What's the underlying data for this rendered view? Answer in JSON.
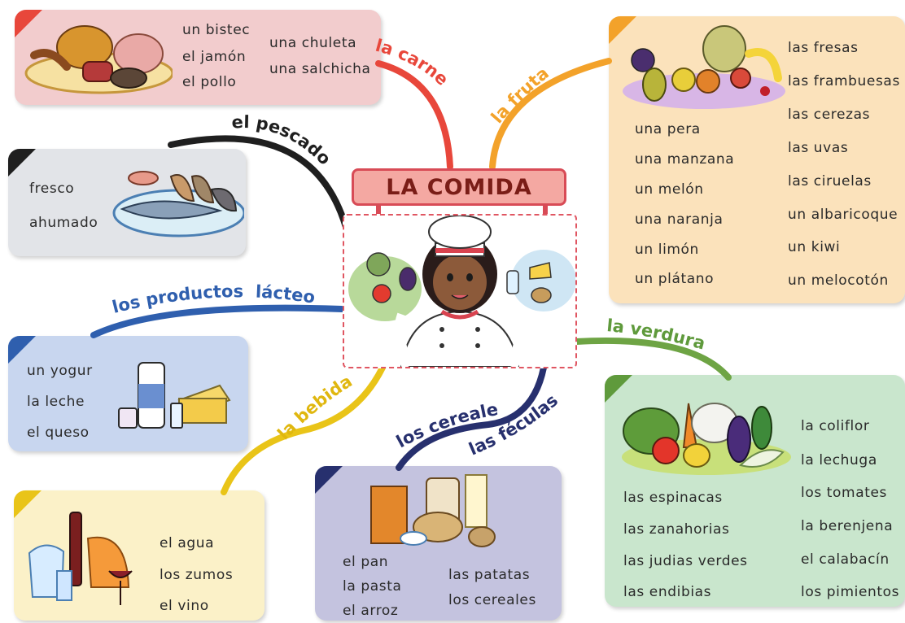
{
  "title": "LA COMIDA",
  "categories": {
    "carne": {
      "label": "la carne",
      "color": "#e8473b",
      "bg": "#f2cccd",
      "items": [
        "un bistec",
        "el jamón",
        "el pollo",
        "una chuleta",
        "una salchicha"
      ]
    },
    "pescado": {
      "label": "el pescado",
      "color": "#1f1f1f",
      "bg": "#e2e4e8",
      "items": [
        "fresco",
        "ahumado"
      ]
    },
    "lacteos": {
      "label": "los productos  lácteos",
      "color": "#2f5fae",
      "bg": "#c8d6ef",
      "items": [
        "un yogur",
        "la leche",
        "el queso"
      ]
    },
    "bebida": {
      "label": "la bebida",
      "color": "#e9c418",
      "bg": "#fbf1c8",
      "items": [
        "el agua",
        "los zumos",
        "el vino"
      ]
    },
    "cereales": {
      "label": "los cereales",
      "label2": "las féculas",
      "color": "#27306e",
      "bg": "#c4c3df",
      "items": [
        "el pan",
        "la pasta",
        "el arroz",
        "las patatas",
        "los cereales"
      ]
    },
    "fruta": {
      "label": "la fruta",
      "color": "#f3a22a",
      "bg": "#fbe2bb",
      "items": [
        "una pera",
        "una manzana",
        "un melón",
        "una naranja",
        "un limón",
        "un plátano",
        "las fresas",
        "las frambuesas",
        "las cerezas",
        "las uvas",
        "las ciruelas",
        "un albaricoque",
        "un kiwi",
        "un melocotón"
      ]
    },
    "verdura": {
      "label": "la verdura",
      "color": "#5f9a3c",
      "bg": "#c9e6cd",
      "items": [
        "las espinacas",
        "las zanahorias",
        "las judias verdes",
        "las endibias",
        "la coliflor",
        "la lechuga",
        "los tomates",
        "la berenjena",
        "el calabacín",
        "los pimientos"
      ]
    }
  }
}
